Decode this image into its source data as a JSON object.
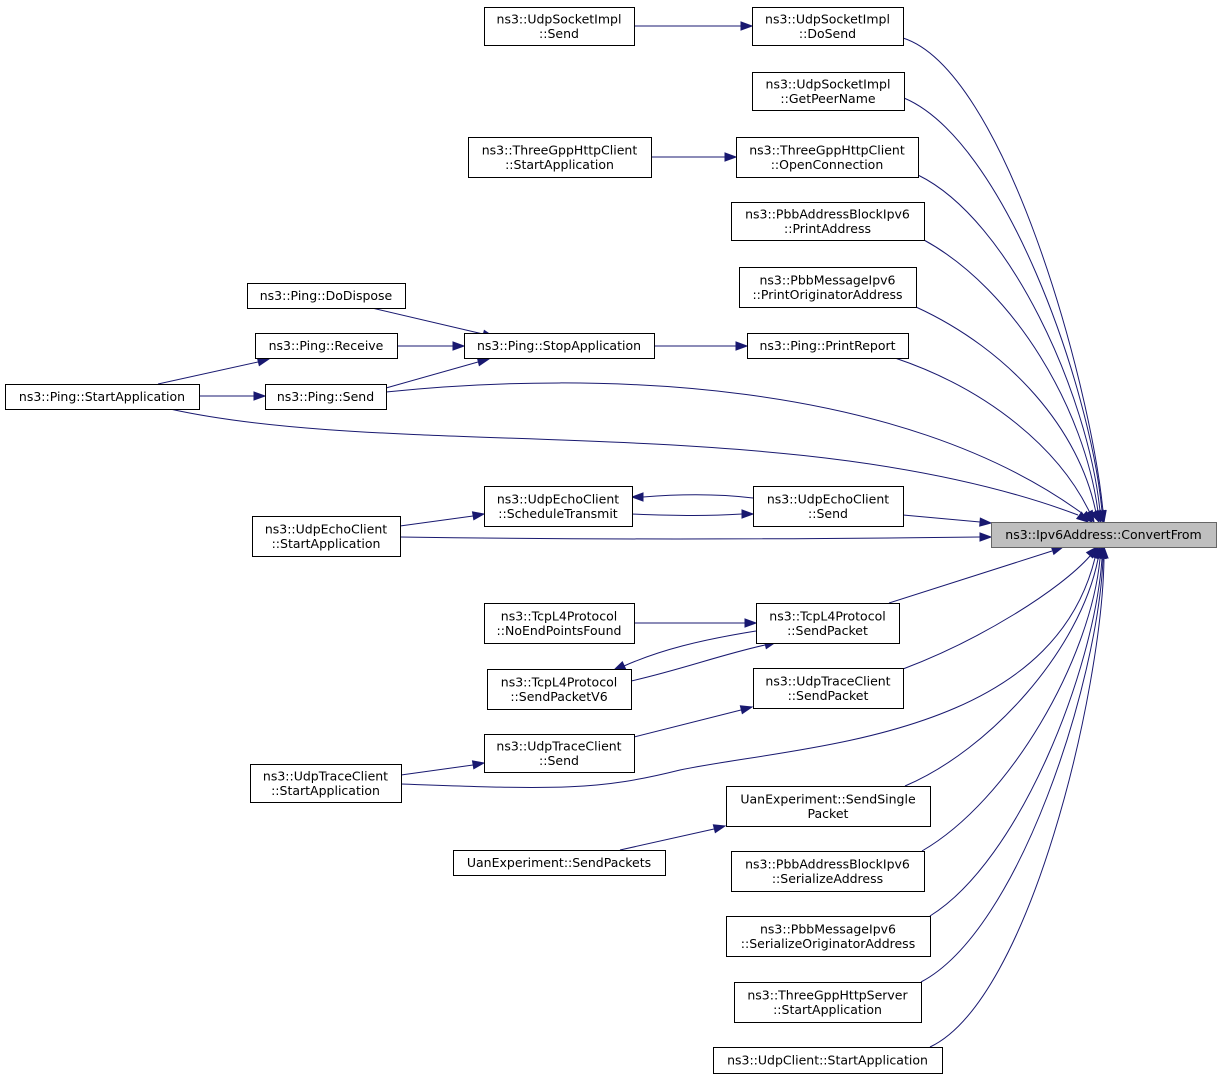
{
  "graph": {
    "target": "ns3::Ipv6Address::ConvertFrom",
    "nodes": {
      "target": [
        "ns3::Ipv6Address::ConvertFrom"
      ],
      "udpsocket_send": [
        "ns3::UdpSocketImpl",
        "::Send"
      ],
      "udpsocket_dosend": [
        "ns3::UdpSocketImpl",
        "::DoSend"
      ],
      "udpsocket_getpeername": [
        "ns3::UdpSocketImpl",
        "::GetPeerName"
      ],
      "http_client_start": [
        "ns3::ThreeGppHttpClient",
        "::StartApplication"
      ],
      "http_client_open": [
        "ns3::ThreeGppHttpClient",
        "::OpenConnection"
      ],
      "pbb_addrblock_print": [
        "ns3::PbbAddressBlockIpv6",
        "::PrintAddress"
      ],
      "pbb_msg_print": [
        "ns3::PbbMessageIpv6",
        "::PrintOriginatorAddress"
      ],
      "ping_dodispose": [
        "ns3::Ping::DoDispose"
      ],
      "ping_receive": [
        "ns3::Ping::Receive"
      ],
      "ping_stop": [
        "ns3::Ping::StopApplication"
      ],
      "ping_report": [
        "ns3::Ping::PrintReport"
      ],
      "ping_start": [
        "ns3::Ping::StartApplication"
      ],
      "ping_send": [
        "ns3::Ping::Send"
      ],
      "echo_start": [
        "ns3::UdpEchoClient",
        "::StartApplication"
      ],
      "echo_schedule": [
        "ns3::UdpEchoClient",
        "::ScheduleTransmit"
      ],
      "echo_send": [
        "ns3::UdpEchoClient",
        "::Send"
      ],
      "tcp_noendpoints": [
        "ns3::TcpL4Protocol",
        "::NoEndPointsFound"
      ],
      "tcp_sendpacket": [
        "ns3::TcpL4Protocol",
        "::SendPacket"
      ],
      "tcp_sendpacketv6": [
        "ns3::TcpL4Protocol",
        "::SendPacketV6"
      ],
      "trace_sendpacket": [
        "ns3::UdpTraceClient",
        "::SendPacket"
      ],
      "trace_send": [
        "ns3::UdpTraceClient",
        "::Send"
      ],
      "trace_start": [
        "ns3::UdpTraceClient",
        "::StartApplication"
      ],
      "uan_sendsingle": [
        "UanExperiment::SendSingle",
        "Packet"
      ],
      "uan_sendpackets": [
        "UanExperiment::SendPackets"
      ],
      "pbb_addrblock_serialize": [
        "ns3::PbbAddressBlockIpv6",
        "::SerializeAddress"
      ],
      "pbb_msg_serialize": [
        "ns3::PbbMessageIpv6",
        "::SerializeOriginatorAddress"
      ],
      "http_server_start": [
        "ns3::ThreeGppHttpServer",
        "::StartApplication"
      ],
      "udpclient_start": [
        "ns3::UdpClient::StartApplication"
      ]
    }
  }
}
